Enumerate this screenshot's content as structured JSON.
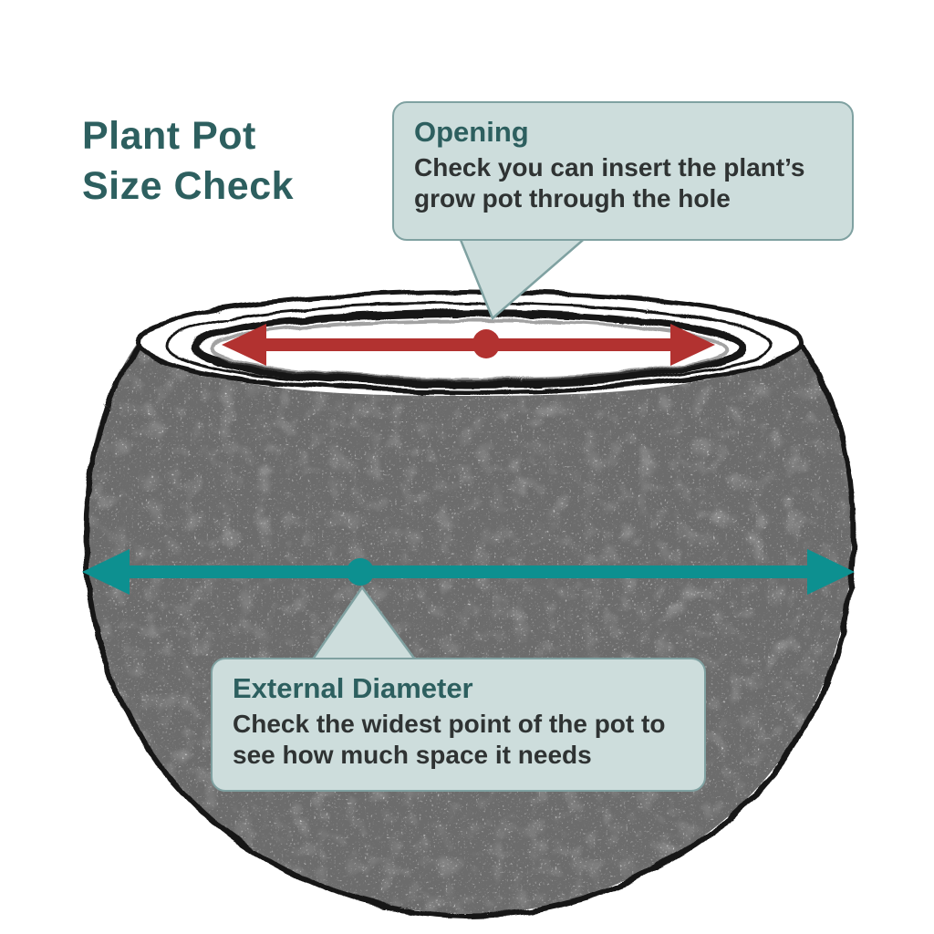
{
  "title": {
    "line1": "Plant Pot",
    "line2": "Size Check"
  },
  "callouts": {
    "opening": {
      "title": "Opening",
      "body": "Check you can insert the plant’s grow pot through the hole"
    },
    "external_diameter": {
      "title": "External Diameter",
      "body": "Check the widest point of the pot to see how much space it needs"
    }
  },
  "diagram": {
    "subject": "hand-sketched round bowl plant pot",
    "arrows": [
      {
        "name": "opening-arrow",
        "measures": "inner opening width of pot",
        "color_key": "arrow_red"
      },
      {
        "name": "external-diameter-arrow",
        "measures": "widest external point of pot",
        "color_key": "arrow_teal"
      }
    ],
    "colors": {
      "accent_teal": "#2d5f5f",
      "callout_bg": "#cddddc",
      "callout_border": "#7fa1a1",
      "callout_text": "#2f3333",
      "arrow_red": "#b23230",
      "arrow_teal": "#0d9090",
      "ink": "#161616",
      "background": "#ffffff"
    }
  }
}
